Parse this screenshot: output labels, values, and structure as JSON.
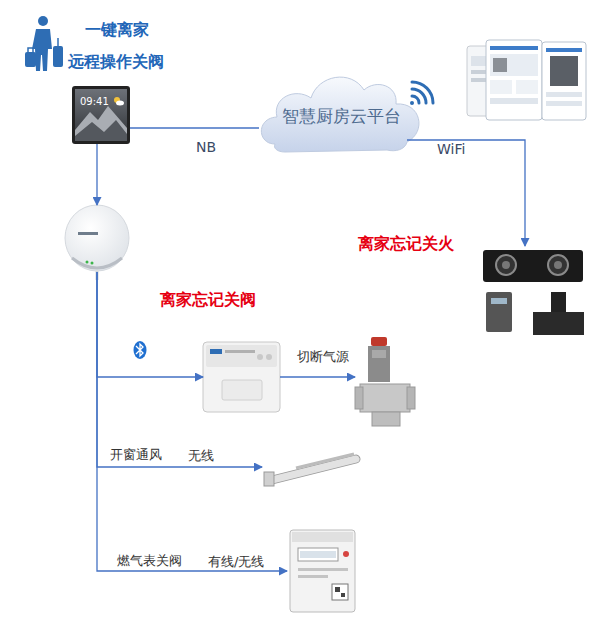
{
  "diagram": {
    "nodes": [
      {
        "text": [
          "一键离家",
          "远程操作关阀"
        ]
      },
      {
        "text": [
          "智慧厨房云平台"
        ]
      },
      {
        "text": [
          "离家忘记关火"
        ]
      },
      {
        "text": []
      },
      {
        "text": [
          "离家忘记关阀"
        ]
      },
      {
        "text": []
      },
      {
        "text": []
      },
      {
        "text": []
      }
    ],
    "edges": [
      {
        "from": 0,
        "to": 1,
        "arrow": "none",
        "label": "NB"
      },
      {
        "from": 1,
        "to": 2,
        "arrow": "to",
        "label": "WiFi"
      },
      {
        "from": 0,
        "to": 3,
        "arrow": "to"
      },
      {
        "from": 3,
        "to": 4,
        "arrow": "to"
      },
      {
        "from": 4,
        "to": 5,
        "arrow": "to",
        "label": "切断气源"
      },
      {
        "from": 3,
        "to": 6,
        "arrow": "to",
        "label": "开窗通风"
      },
      {
        "from": 3,
        "to": 7,
        "arrow": "to",
        "label": "燃气表关阀"
      }
    ],
    "labels": [
      "09:41",
      "无线",
      "有线/无线"
    ]
  }
}
